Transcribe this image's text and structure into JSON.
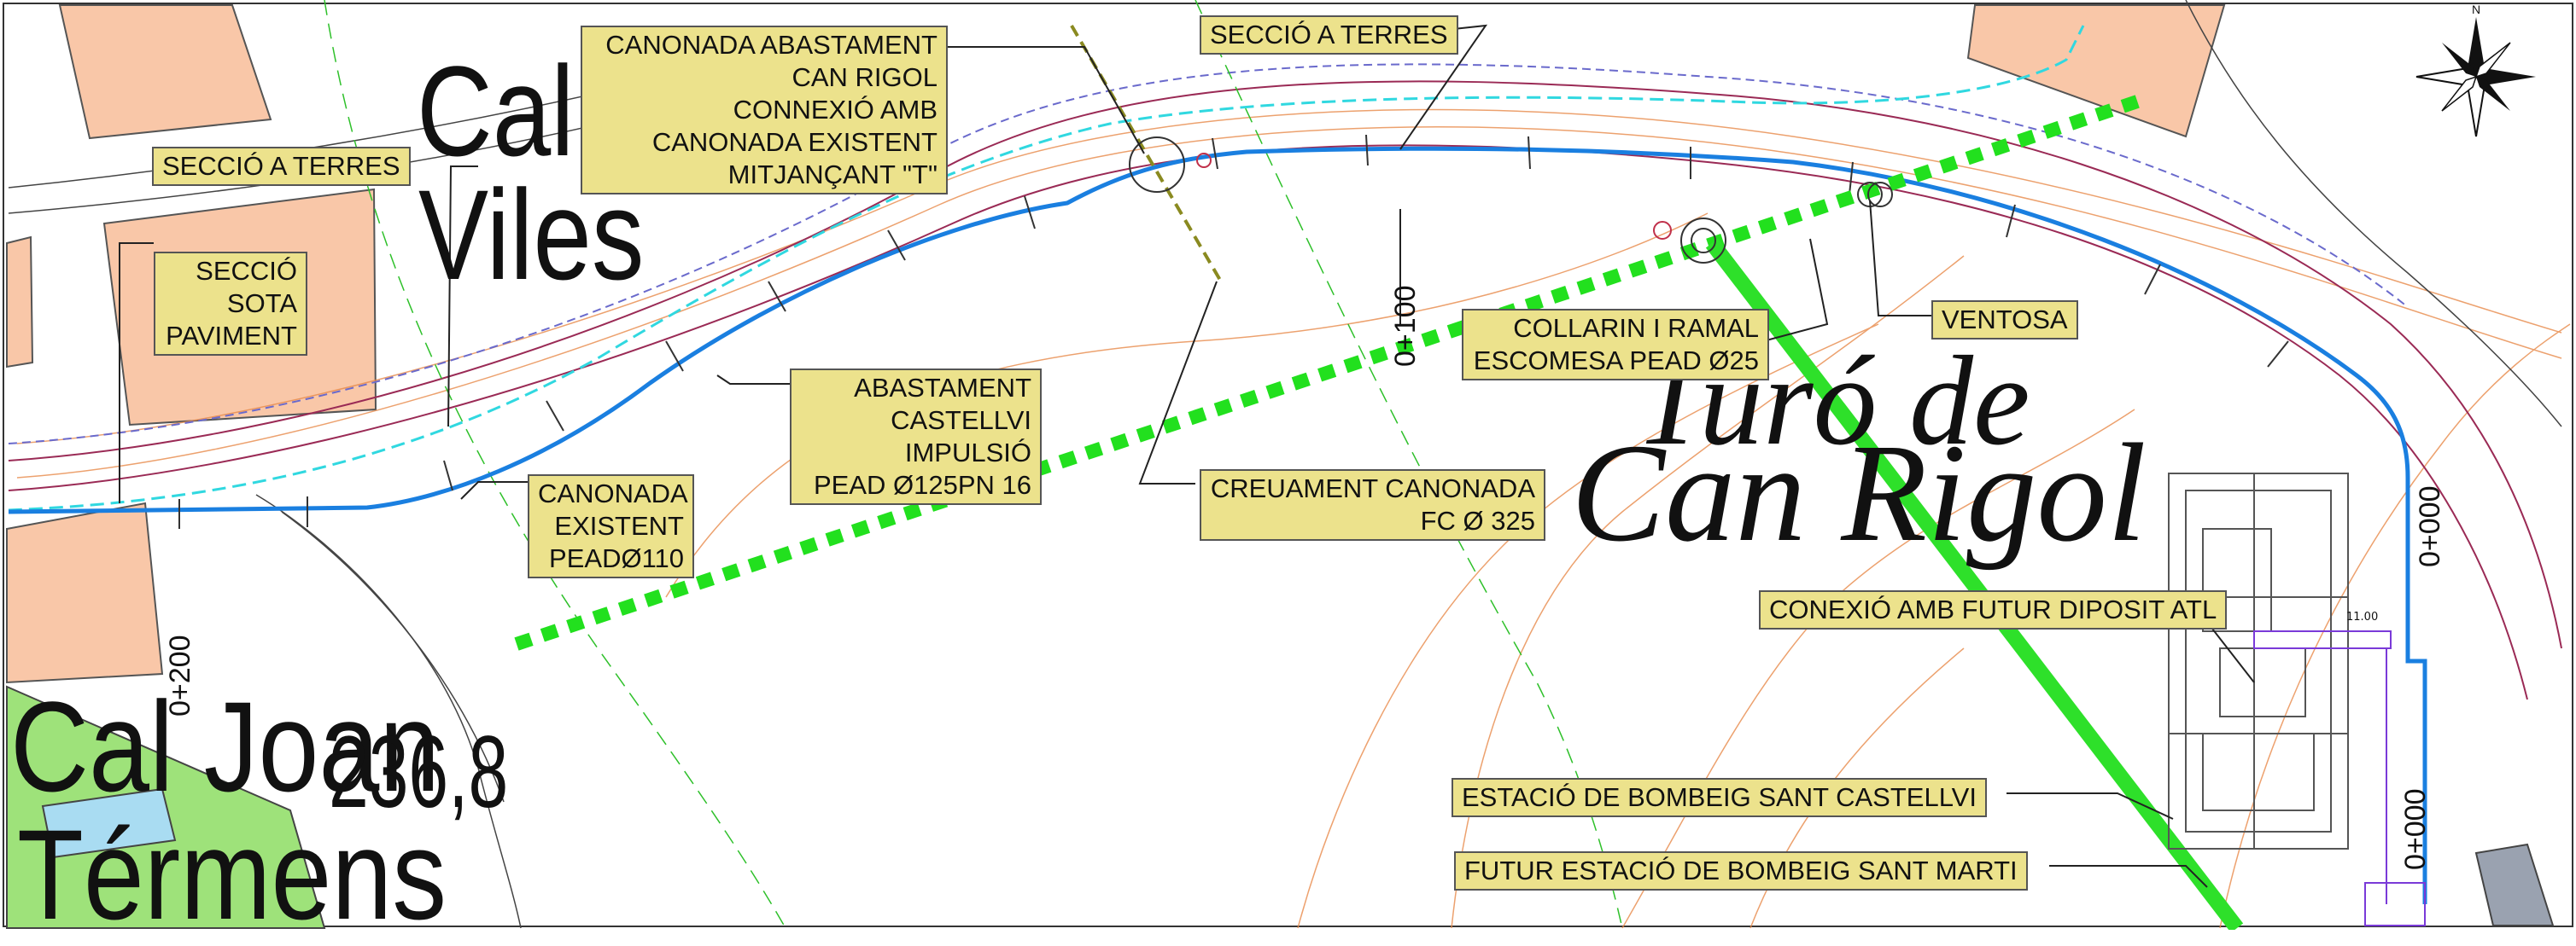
{
  "map": {
    "callouts": [
      {
        "id": "seccio-terres-top",
        "lines": [
          "SECCIÓ A TERRES"
        ]
      },
      {
        "id": "canonada-abastament",
        "lines": [
          "CANONADA ABASTAMENT",
          "CAN RIGOL",
          "CONNEXIÓ AMB",
          "CANONADA EXISTENT",
          "MITJANÇANT \"T\""
        ]
      },
      {
        "id": "seccio-terres-left",
        "lines": [
          "SECCIÓ A TERRES"
        ]
      },
      {
        "id": "seccio-sota-paviment",
        "lines": [
          "SECCIÓ",
          "SOTA",
          "PAVIMENT"
        ]
      },
      {
        "id": "abastament-castellvi",
        "lines": [
          "ABASTAMENT",
          "CASTELLVI",
          "IMPULSIÓ",
          "PEAD Ø125PN 16"
        ]
      },
      {
        "id": "canonada-existent",
        "lines": [
          "CANONADA",
          "EXISTENT",
          "PEADØ110"
        ]
      },
      {
        "id": "creuament",
        "lines": [
          "CREUAMENT CANONADA",
          "FC Ø 325"
        ]
      },
      {
        "id": "collarin",
        "lines": [
          "COLLARIN I RAMAL",
          "ESCOMESA PEAD Ø25"
        ]
      },
      {
        "id": "ventosa",
        "lines": [
          "VENTOSA"
        ]
      },
      {
        "id": "conexio-diposit",
        "lines": [
          "CONEXIÓ AMB FUTUR DIPOSIT ATL"
        ]
      },
      {
        "id": "estacio-castellvi",
        "lines": [
          "ESTACIÓ DE BOMBEIG SANT CASTELLVI"
        ]
      },
      {
        "id": "futur-estacio",
        "lines": [
          "FUTUR ESTACIÓ DE BOMBEIG SANT MARTI"
        ]
      }
    ],
    "places": {
      "cal_viles_1": "Cal",
      "cal_viles_2": "Viles",
      "turo_1": "Turó de",
      "turo_2": "Can Rigol",
      "cal_joan": "Cal Joan",
      "termens": "Térmens",
      "elevation": "236,8"
    },
    "chainages": {
      "ch_100": "0+100",
      "ch_200": "0+200",
      "ch_000a": "0+000",
      "ch_000b": "0+000"
    },
    "dimension": "11.00",
    "north": "N",
    "colors": {
      "main_pipe": "#1a7fe0",
      "existing_pipe": "#30d8e0",
      "green_dotted": "#22e01e",
      "green_solid": "#2ee02a",
      "building": "#f9c7a8",
      "park": "#9ee27a",
      "water": "#a9dcf2",
      "callout_fill": "#ece28c",
      "contour": "#e88a4a",
      "road": "#9a2a55"
    }
  }
}
